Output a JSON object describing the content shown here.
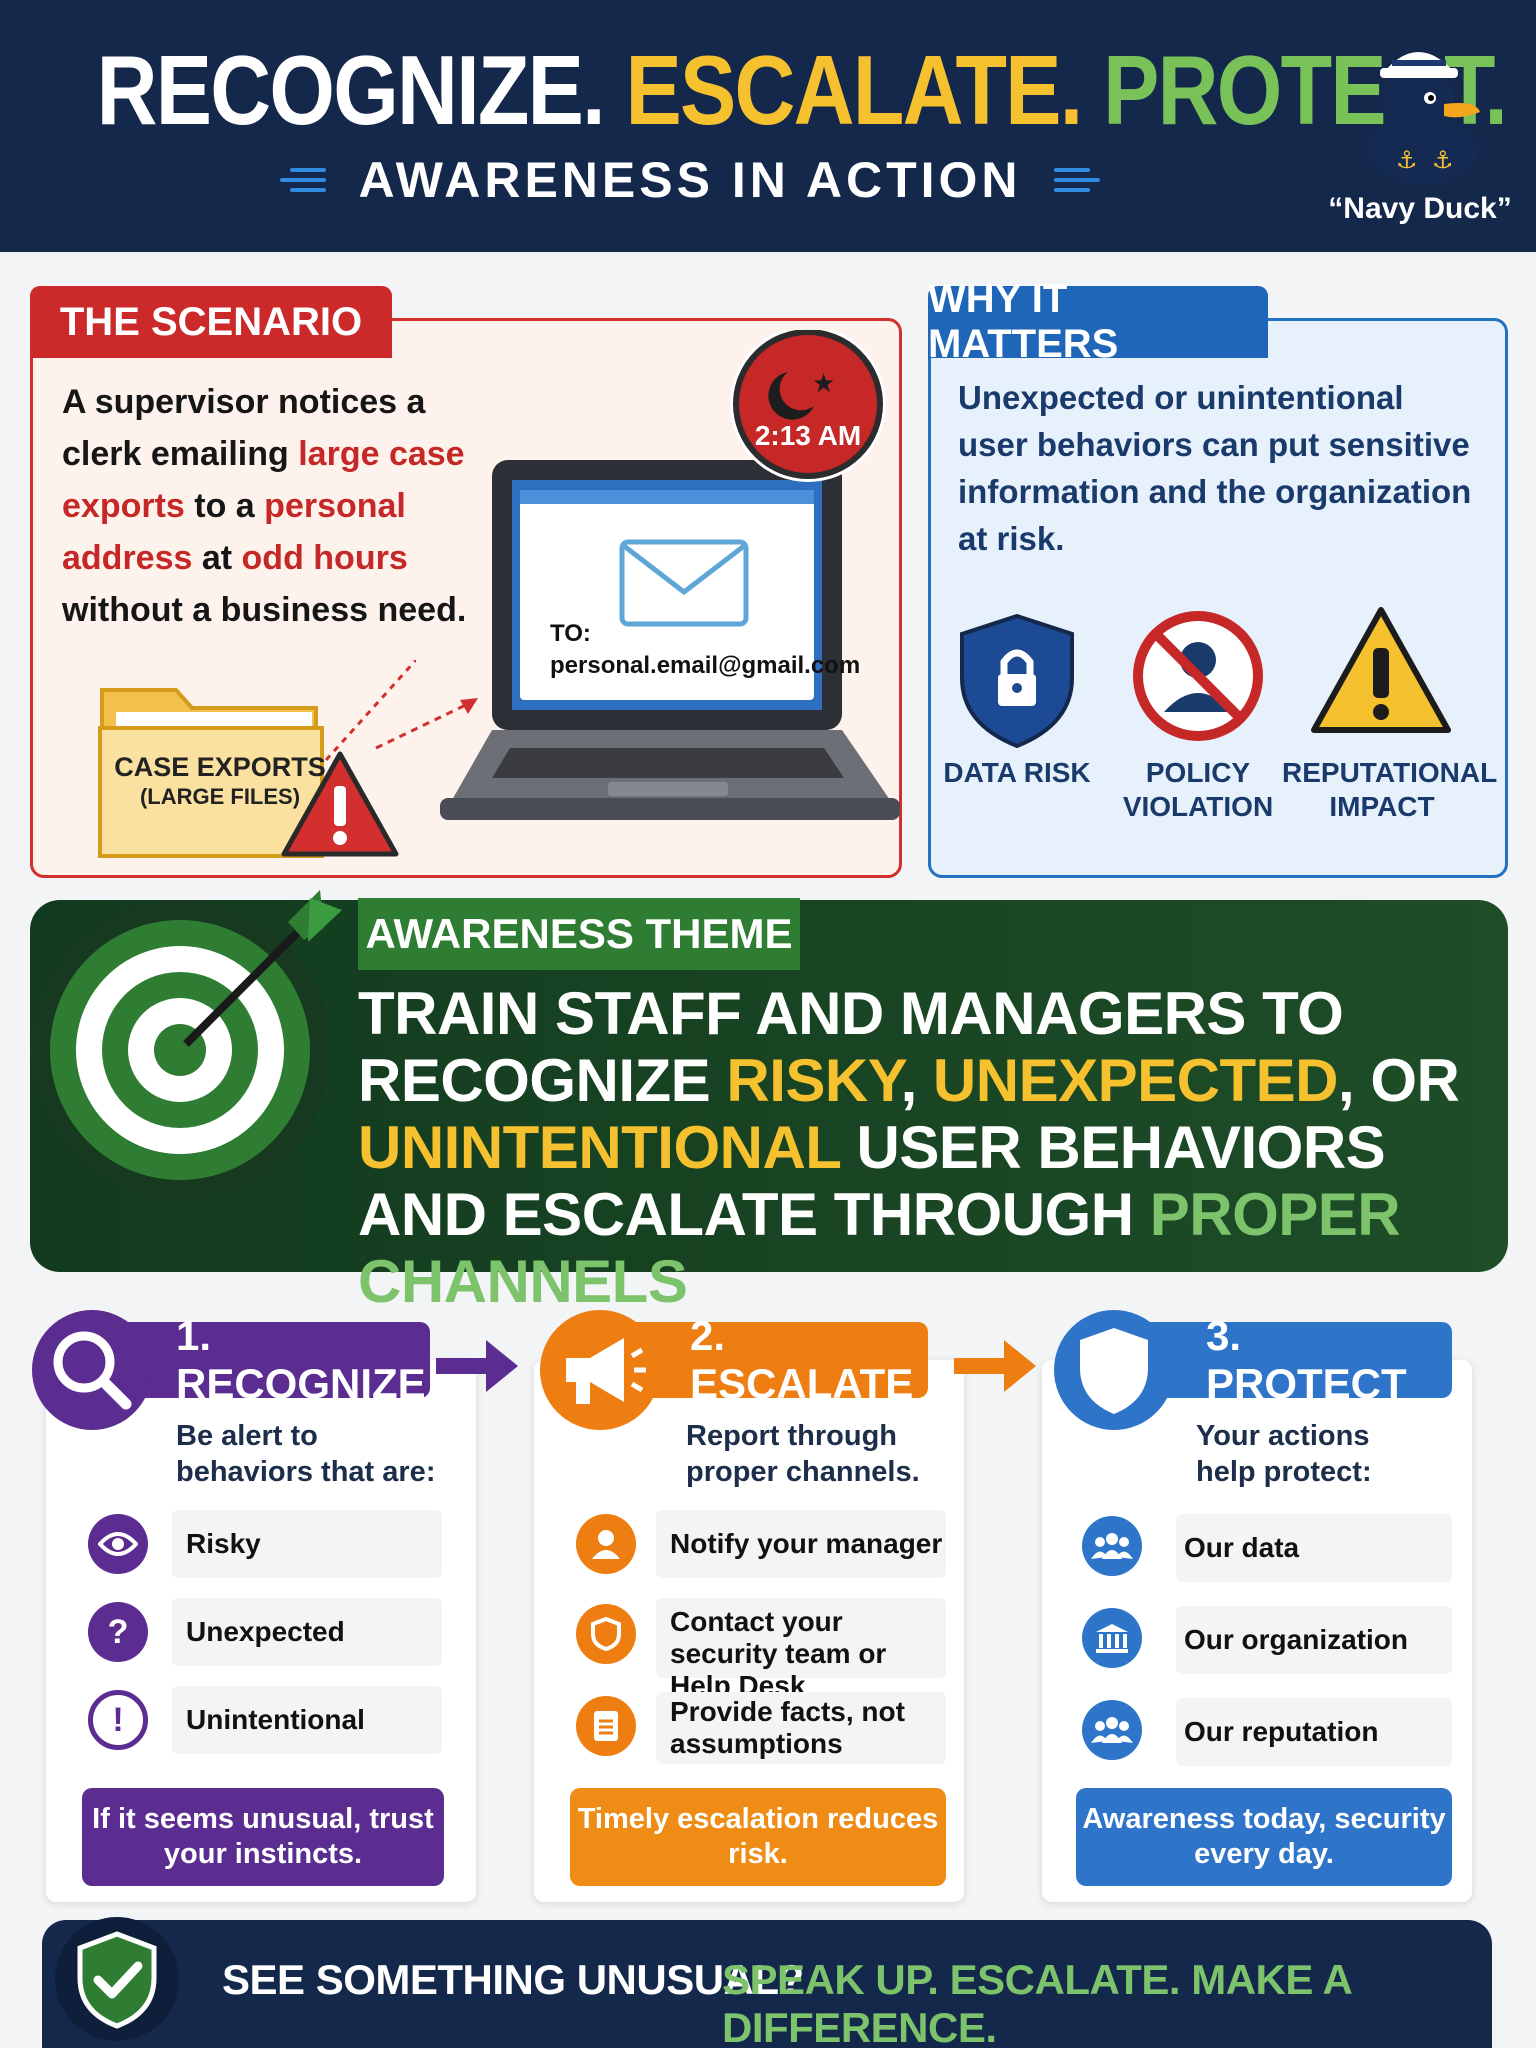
{
  "header": {
    "title_parts": [
      {
        "text": "RECOGNIZE.",
        "color": "#ffffff"
      },
      {
        "text": " ESCALATE.",
        "color": "#f6c12e"
      },
      {
        "text": " PROTECT.",
        "color": "#79c25a"
      }
    ],
    "subtitle": "AWARENESS IN ACTION",
    "mascot_label": "“Navy Duck”"
  },
  "scenario": {
    "tab": "THE SCENARIO",
    "text": {
      "p1": "A supervisor notices a clerk emailing ",
      "h1": "large case exports",
      "p2": " to a ",
      "h2": "personal address",
      "p3": " at ",
      "h3": "odd hours",
      "p4": " without a business need."
    },
    "clock_time": "2:13 AM",
    "email_to_label": "TO:",
    "email_to": "personal.email@gmail.com",
    "folder_label": "CASE EXPORTS",
    "folder_sublabel": "(LARGE FILES)"
  },
  "why": {
    "tab": "WHY IT MATTERS",
    "text": "Unexpected or unintentional user behaviors can put sensitive information and the organization at risk.",
    "icons": [
      {
        "icon": "shield-lock-icon",
        "label": "DATA RISK"
      },
      {
        "icon": "policy-violation-icon",
        "label": "POLICY VIOLATION"
      },
      {
        "icon": "warning-icon",
        "label": "REPUTATIONAL IMPACT"
      }
    ]
  },
  "theme": {
    "tab": "AWARENESS THEME",
    "line1": "TRAIN STAFF AND MANAGERS TO",
    "line2a": "RECOGNIZE ",
    "line2b": "RISKY",
    "line2c": ", ",
    "line2d": "UNEXPECTED",
    "line2e": ", OR",
    "line3a": "UNINTENTIONAL",
    "line3b": " USER BEHAVIORS",
    "line4a": "AND ESCALATE THROUGH ",
    "line4b": "PROPER CHANNELS"
  },
  "steps": {
    "recognize": {
      "title": "1. RECOGNIZE",
      "intro": "Be alert to behaviors that are:",
      "items": [
        "Risky",
        "Unexpected",
        "Unintentional"
      ],
      "footer": "If it seems unusual, trust your instincts.",
      "color": "#5b2d91"
    },
    "escalate": {
      "title": "2. ESCALATE",
      "intro": "Report through proper channels.",
      "items": [
        "Notify your manager",
        "Contact your security team or Help Desk",
        "Provide facts, not assumptions"
      ],
      "footer": "Timely escalation reduces risk.",
      "color": "#ee7d12"
    },
    "protect": {
      "title": "3. PROTECT",
      "intro": "Your actions help protect:",
      "items": [
        "Our data",
        "Our organization",
        "Our reputation"
      ],
      "footer": "Awareness today, security every day.",
      "color": "#2e74c9"
    }
  },
  "banner": {
    "question": "SEE SOMETHING UNUSUAL?",
    "cta": "SPEAK UP. ESCALATE. MAKE A DIFFERENCE."
  }
}
